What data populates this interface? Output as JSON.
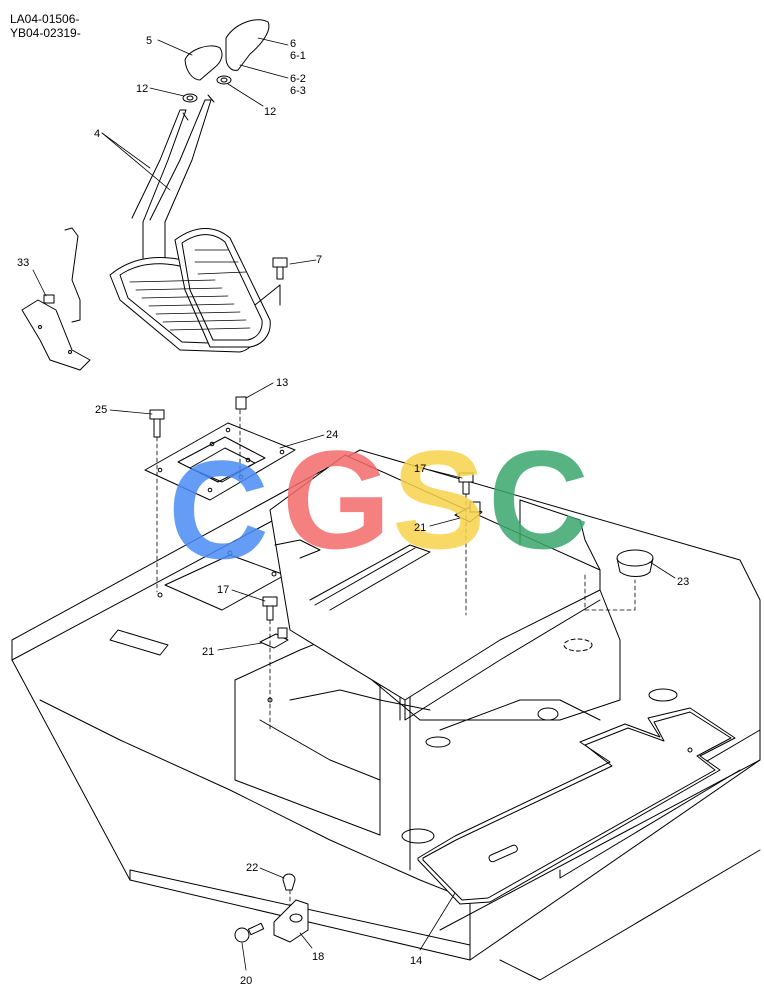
{
  "header": {
    "code_line_1": "LA04-01506-",
    "code_line_2": "YB04-02319-"
  },
  "watermark": {
    "letters": [
      "C",
      "G",
      "S",
      "C"
    ],
    "colors": [
      "#4a8bf5",
      "#f36b6b",
      "#f9d34c",
      "#3aa86d"
    ]
  },
  "callouts": [
    {
      "id": "c5",
      "text": "5"
    },
    {
      "id": "c6",
      "text": "6"
    },
    {
      "id": "c6_1",
      "text": "6-1"
    },
    {
      "id": "c6_2",
      "text": "6-2"
    },
    {
      "id": "c6_3",
      "text": "6-3"
    },
    {
      "id": "c12a",
      "text": "12"
    },
    {
      "id": "c12b",
      "text": "12"
    },
    {
      "id": "c4",
      "text": "4"
    },
    {
      "id": "c7",
      "text": "7"
    },
    {
      "id": "c33",
      "text": "33"
    },
    {
      "id": "c13",
      "text": "13"
    },
    {
      "id": "c25",
      "text": "25"
    },
    {
      "id": "c24",
      "text": "24"
    },
    {
      "id": "c17a",
      "text": "17"
    },
    {
      "id": "c21a",
      "text": "21"
    },
    {
      "id": "c23",
      "text": "23"
    },
    {
      "id": "c17b",
      "text": "17"
    },
    {
      "id": "c21b",
      "text": "21"
    },
    {
      "id": "c22",
      "text": "22"
    },
    {
      "id": "c20",
      "text": "20"
    },
    {
      "id": "c18",
      "text": "18"
    },
    {
      "id": "c14",
      "text": "14"
    }
  ]
}
